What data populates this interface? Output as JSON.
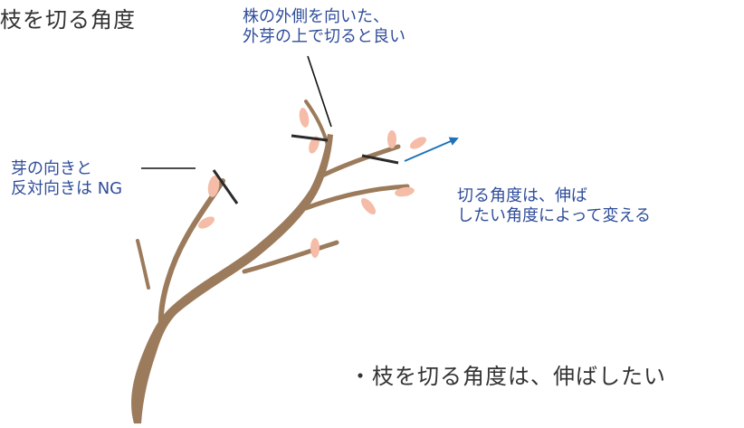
{
  "title": "枝を切る角度",
  "callout_outer_bud": [
    "株の外側を向いた、",
    "外芽の上で切ると良い"
  ],
  "callout_ng": [
    "芽の向きと",
    "反対向きは NG"
  ],
  "callout_angle": [
    "切る角度は、伸ば",
    "したい角度によって変える"
  ],
  "bottom_text": "・枝を切る角度は、伸ばしたい",
  "colors": {
    "branch": "#9b7b5b",
    "bud": "#f5bca8",
    "cut_mark": "#2a2a2a",
    "arrow": "#1e73b8",
    "note_text": "#2f4d9a",
    "body_text": "#333333"
  }
}
